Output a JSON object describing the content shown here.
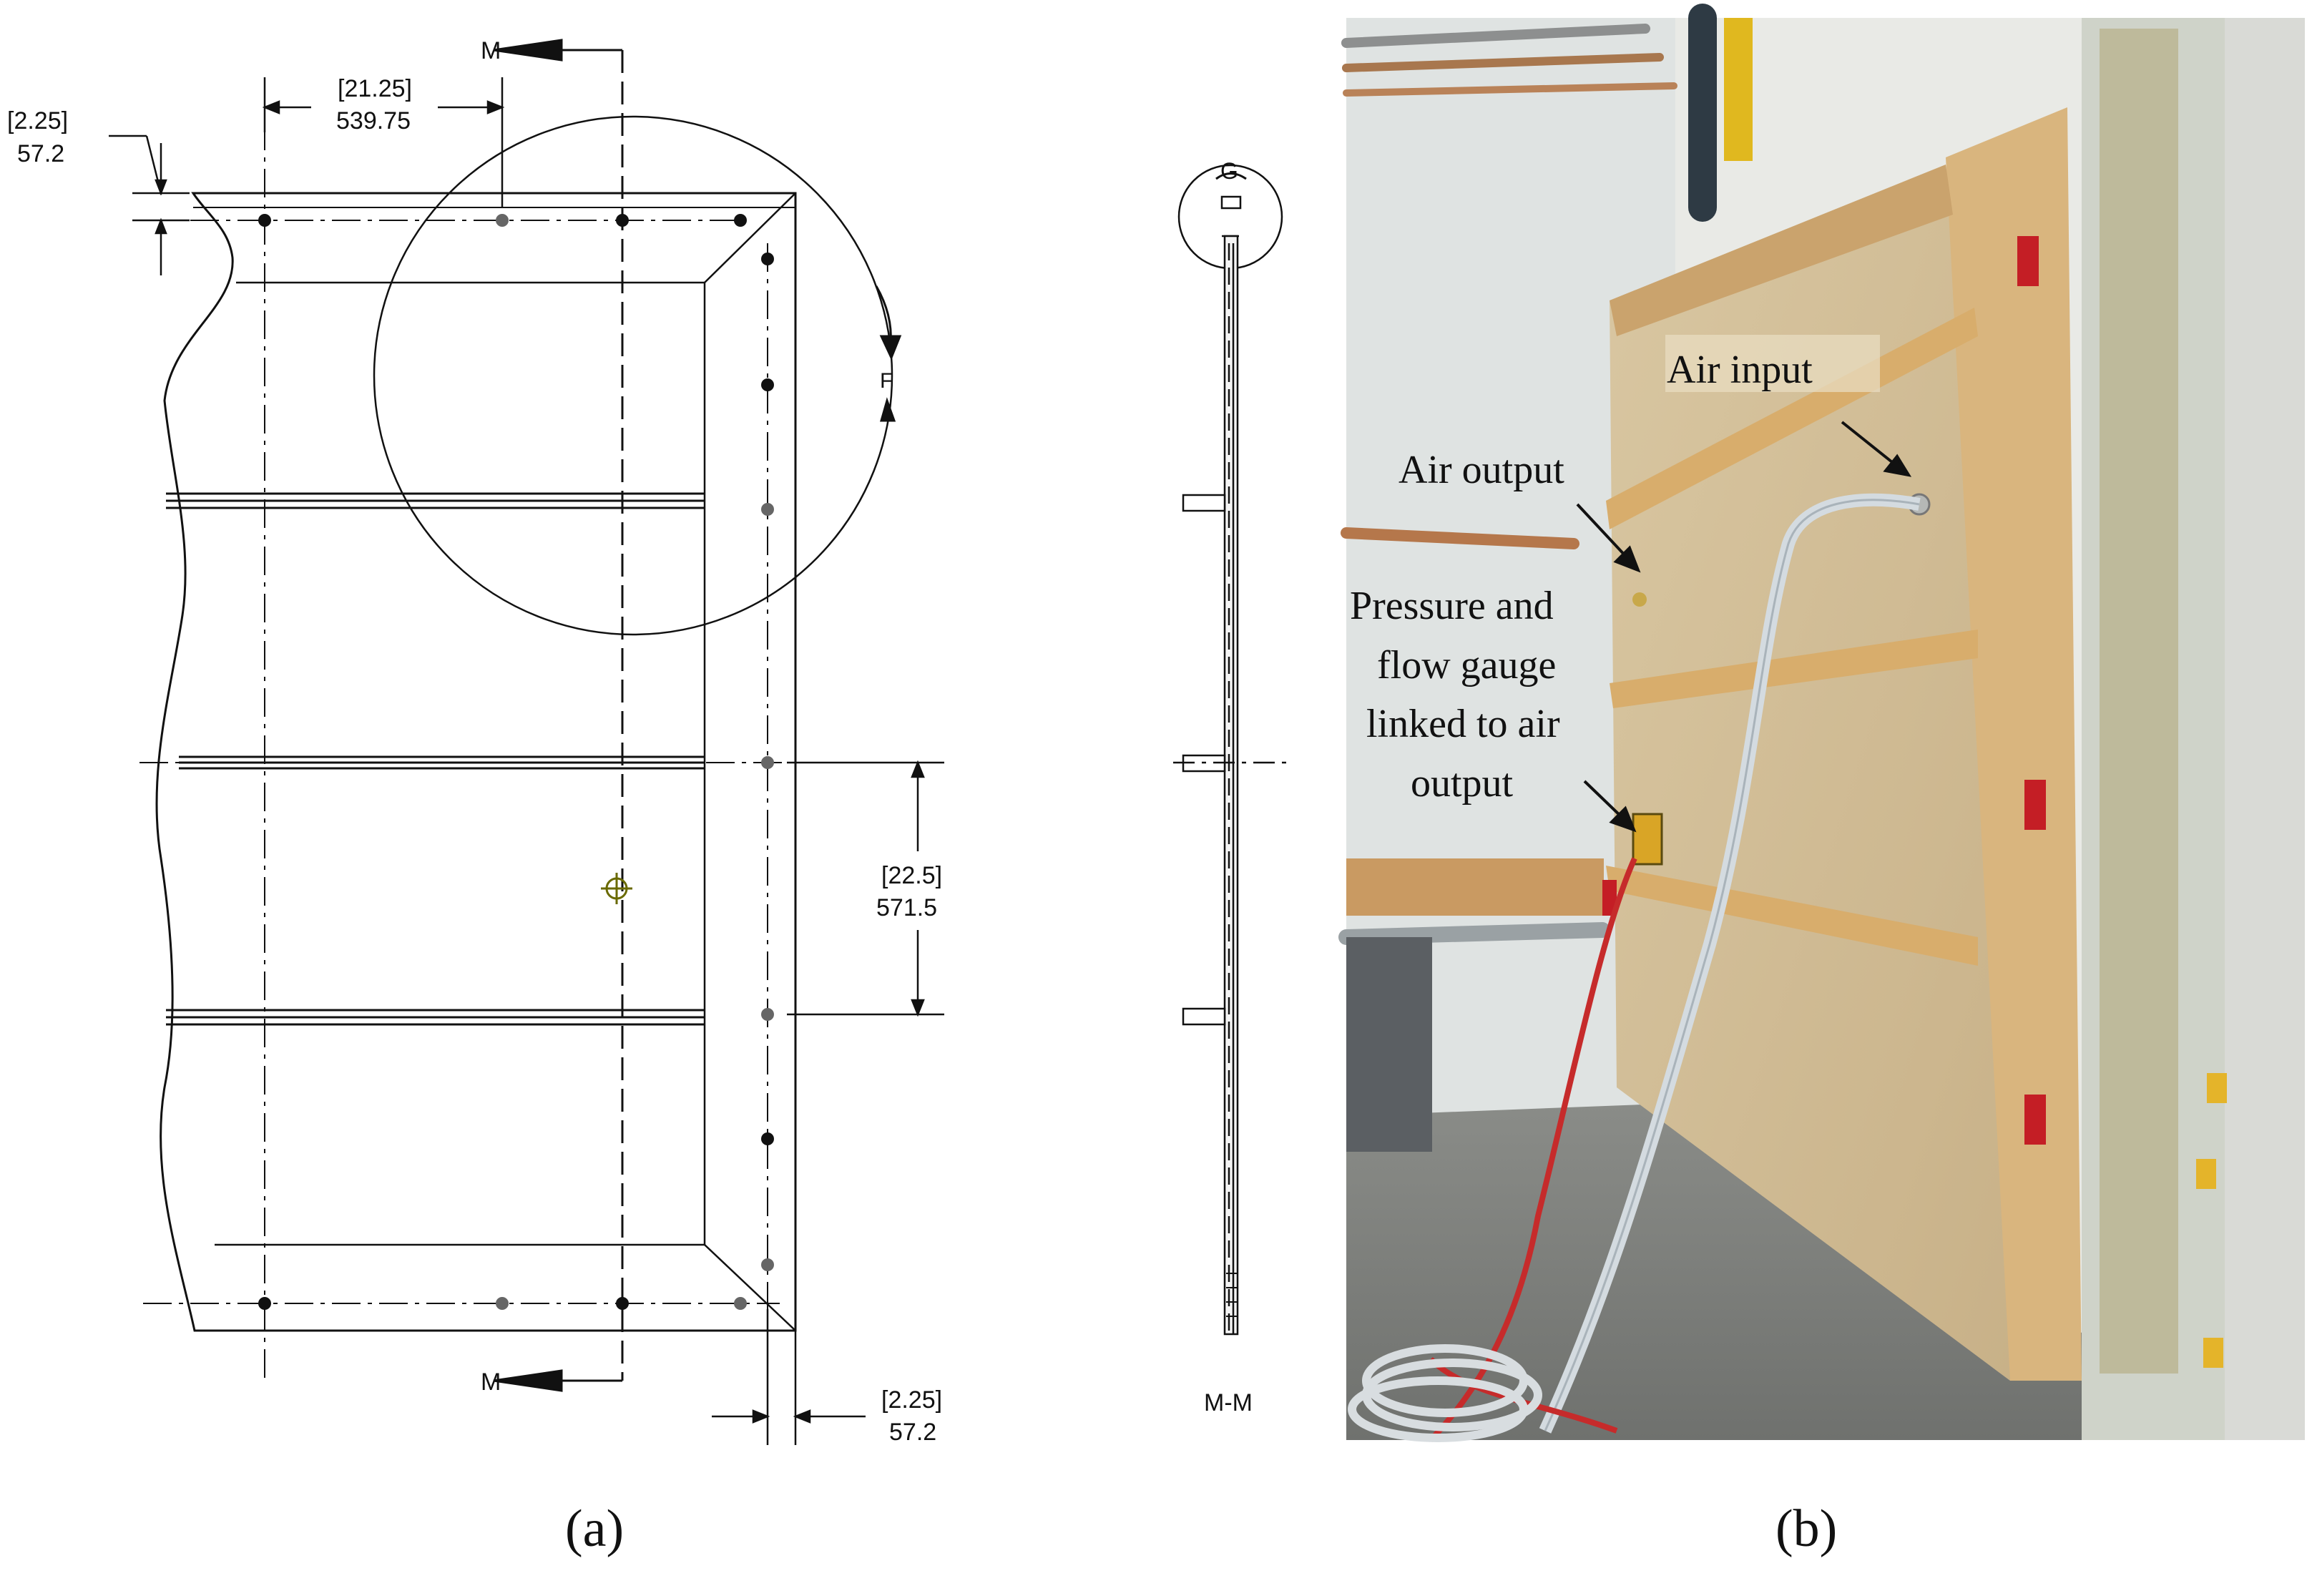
{
  "panel_a": {
    "section_marker_top": "M",
    "section_marker_bottom": "M",
    "dims": {
      "top_left_in": "[2.25]",
      "top_left_mm": "57.2",
      "top_span_in": "[21.25]",
      "top_span_mm": "539.75",
      "right_span_in": "[22.5]",
      "right_span_mm": "571.5",
      "bottom_right_in": "[2.25]",
      "bottom_right_mm": "57.2"
    },
    "detail_label": "F",
    "section_view": {
      "detail_label": "G",
      "title": "M-M"
    },
    "caption": "(a)"
  },
  "panel_b": {
    "labels": {
      "air_input": "Air input",
      "air_output": "Air output",
      "gauge_line1": "Pressure and",
      "gauge_line2": "flow gauge",
      "gauge_line3": "linked to air",
      "gauge_line4": "output"
    },
    "caption": "(b)"
  }
}
